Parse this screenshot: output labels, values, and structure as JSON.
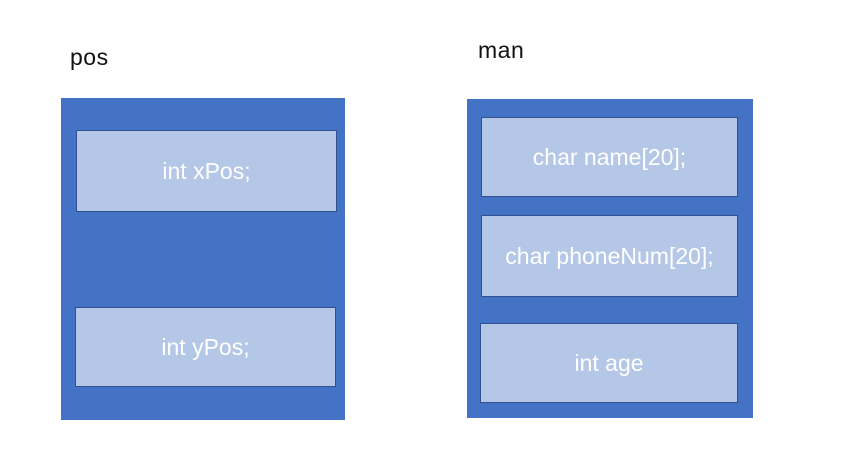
{
  "colors": {
    "struct_fill": "#4472C4",
    "field_fill": "#B4C7E7",
    "field_border": "#2F528F",
    "field_text": "#ffffff",
    "label_text": "#111111",
    "background": "#ffffff"
  },
  "structs": [
    {
      "label": "pos",
      "fields": [
        {
          "text": "int xPos;"
        },
        {
          "text": "int yPos;"
        }
      ]
    },
    {
      "label": "man",
      "fields": [
        {
          "text": "char name[20];"
        },
        {
          "text": "char phoneNum[20];"
        },
        {
          "text": "int age"
        }
      ]
    }
  ]
}
